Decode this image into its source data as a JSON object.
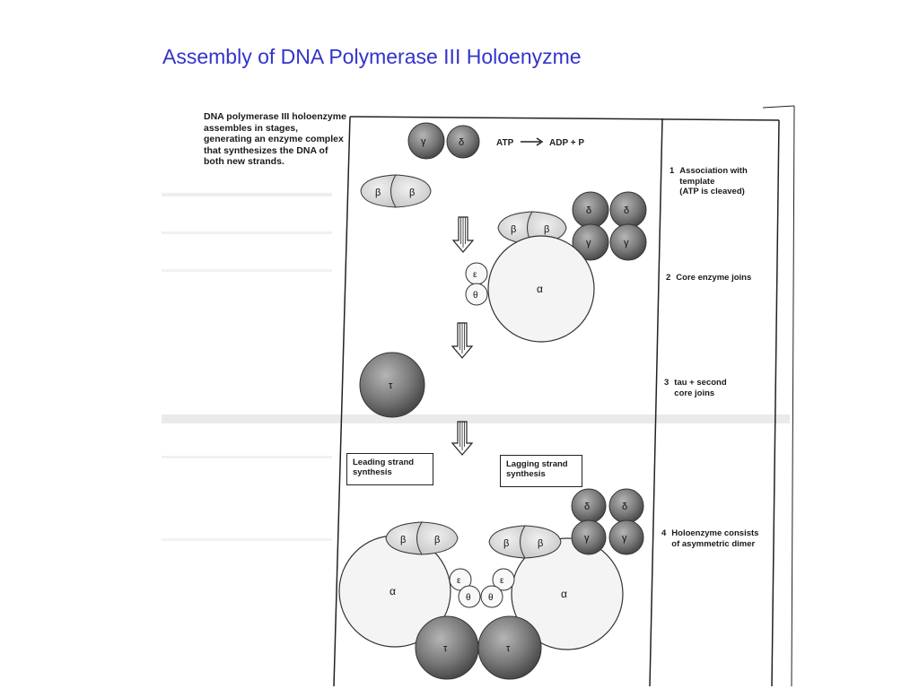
{
  "title": "Assembly of DNA Polymerase III Holoenyzme",
  "caption": "DNA polymerase III holoenzyme assembles in stages, generating an enzyme complex that synthesizes the DNA of both new strands.",
  "reaction": {
    "left": "ATP",
    "right": "ADP + P"
  },
  "steps": [
    {
      "number": "1",
      "text": "Association with\ntemplate\n(ATP is cleaved)"
    },
    {
      "number": "2",
      "text": "Core enzyme joins"
    },
    {
      "number": "3",
      "text": "tau + second\ncore joins"
    },
    {
      "number": "4",
      "text": "Holoenzyme consists\nof asymmetric dimer"
    }
  ],
  "boxes": {
    "leading": "Leading strand\nsynthesis",
    "lagging": "Lagging strand\nsynthesis"
  },
  "subunits": {
    "gamma": "γ",
    "delta": "δ",
    "beta": "β",
    "alpha": "α",
    "epsilon": "ε",
    "theta": "θ",
    "tau": "τ"
  }
}
